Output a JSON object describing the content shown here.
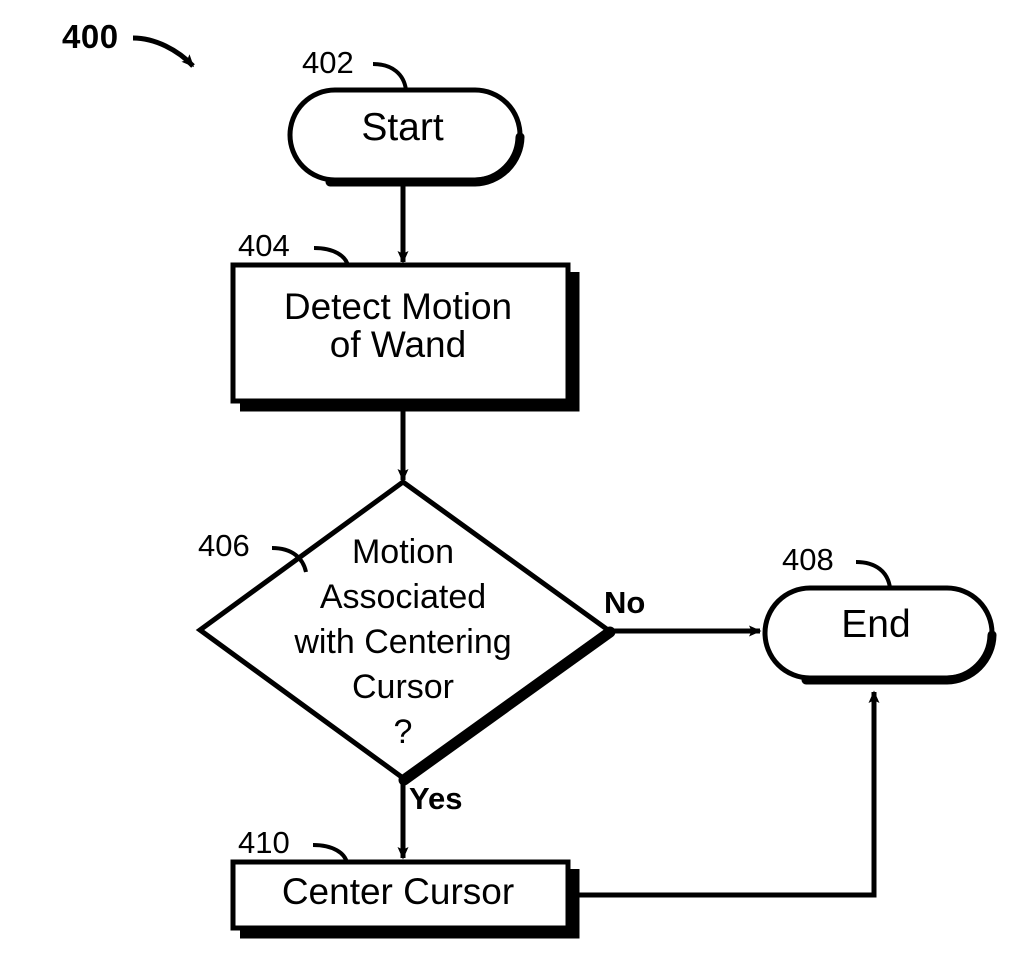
{
  "figure": {
    "number": "400",
    "type": "patent-flowchart"
  },
  "nodes": [
    {
      "id": "start",
      "ref": "402",
      "shape": "terminator",
      "label": "Start"
    },
    {
      "id": "detect-motion",
      "ref": "404",
      "shape": "process",
      "label": "Detect Motion\nof Wand"
    },
    {
      "id": "decision-centering",
      "ref": "406",
      "shape": "decision",
      "label": "Motion\nAssociated\nwith Centering\nCursor\n?"
    },
    {
      "id": "end",
      "ref": "408",
      "shape": "terminator",
      "label": "End"
    },
    {
      "id": "center-cursor",
      "ref": "410",
      "shape": "process",
      "label": "Center Cursor"
    }
  ],
  "edges": [
    {
      "id": "start-to-detect",
      "from": "start",
      "to": "detect-motion",
      "label": ""
    },
    {
      "id": "detect-to-decision",
      "from": "detect-motion",
      "to": "decision-centering",
      "label": ""
    },
    {
      "id": "decision-no-to-end",
      "from": "decision-centering",
      "to": "end",
      "label": "No"
    },
    {
      "id": "decision-yes-to-center",
      "from": "decision-centering",
      "to": "center-cursor",
      "label": "Yes"
    },
    {
      "id": "center-to-end",
      "from": "center-cursor",
      "to": "end",
      "label": ""
    }
  ],
  "branch_labels": {
    "no": "No",
    "yes": "Yes"
  },
  "colors": {
    "stroke": "#000000",
    "fill": "#ffffff",
    "background": "#ffffff"
  }
}
